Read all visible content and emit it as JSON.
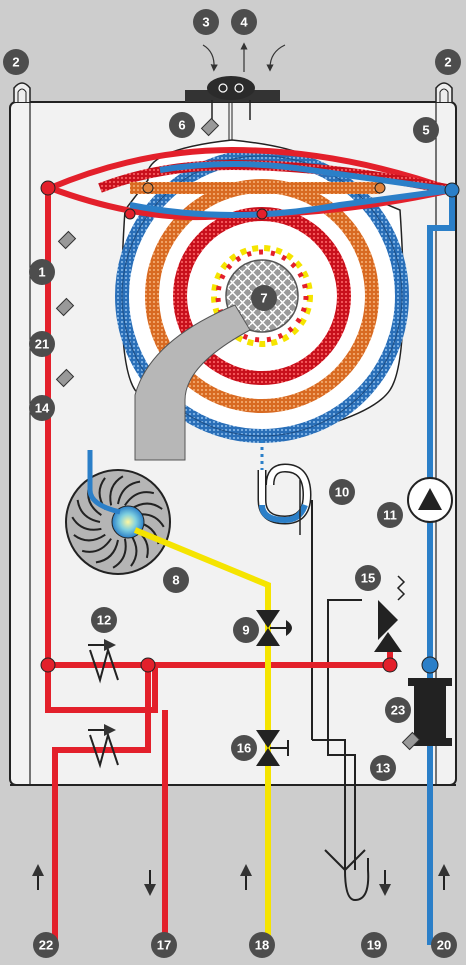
{
  "diagram": {
    "colors": {
      "background": "#cdcdcd",
      "casing": "#f2f2f2",
      "flow_hot": "#e3202b",
      "return_cold": "#2b7fc8",
      "gas": "#f5e400",
      "middle_coil": "#e0823a",
      "badge": "#4d4d4d",
      "outline": "#222222"
    },
    "callouts": [
      {
        "id": "c1",
        "label": "1"
      },
      {
        "id": "c2a",
        "label": "2"
      },
      {
        "id": "c2b",
        "label": "2"
      },
      {
        "id": "c3",
        "label": "3"
      },
      {
        "id": "c4",
        "label": "4"
      },
      {
        "id": "c5",
        "label": "5"
      },
      {
        "id": "c6",
        "label": "6"
      },
      {
        "id": "c7",
        "label": "7"
      },
      {
        "id": "c8",
        "label": "8"
      },
      {
        "id": "c9",
        "label": "9"
      },
      {
        "id": "c10",
        "label": "10"
      },
      {
        "id": "c11",
        "label": "11"
      },
      {
        "id": "c12",
        "label": "12"
      },
      {
        "id": "c13",
        "label": "13"
      },
      {
        "id": "c14",
        "label": "14"
      },
      {
        "id": "c15",
        "label": "15"
      },
      {
        "id": "c16",
        "label": "16"
      },
      {
        "id": "c17",
        "label": "17"
      },
      {
        "id": "c18",
        "label": "18"
      },
      {
        "id": "c19",
        "label": "19"
      },
      {
        "id": "c20",
        "label": "20"
      },
      {
        "id": "c21",
        "label": "21"
      },
      {
        "id": "c22",
        "label": "22"
      },
      {
        "id": "c23",
        "label": "23"
      }
    ],
    "icons": [
      "flue-terminal-icon",
      "pump-icon",
      "gas-valve-icon",
      "pressure-relief-valve-icon",
      "non-return-valve-icon",
      "gas-cock-icon",
      "siphon-icon",
      "fan-icon",
      "burner-icon",
      "sensor-icon"
    ]
  }
}
